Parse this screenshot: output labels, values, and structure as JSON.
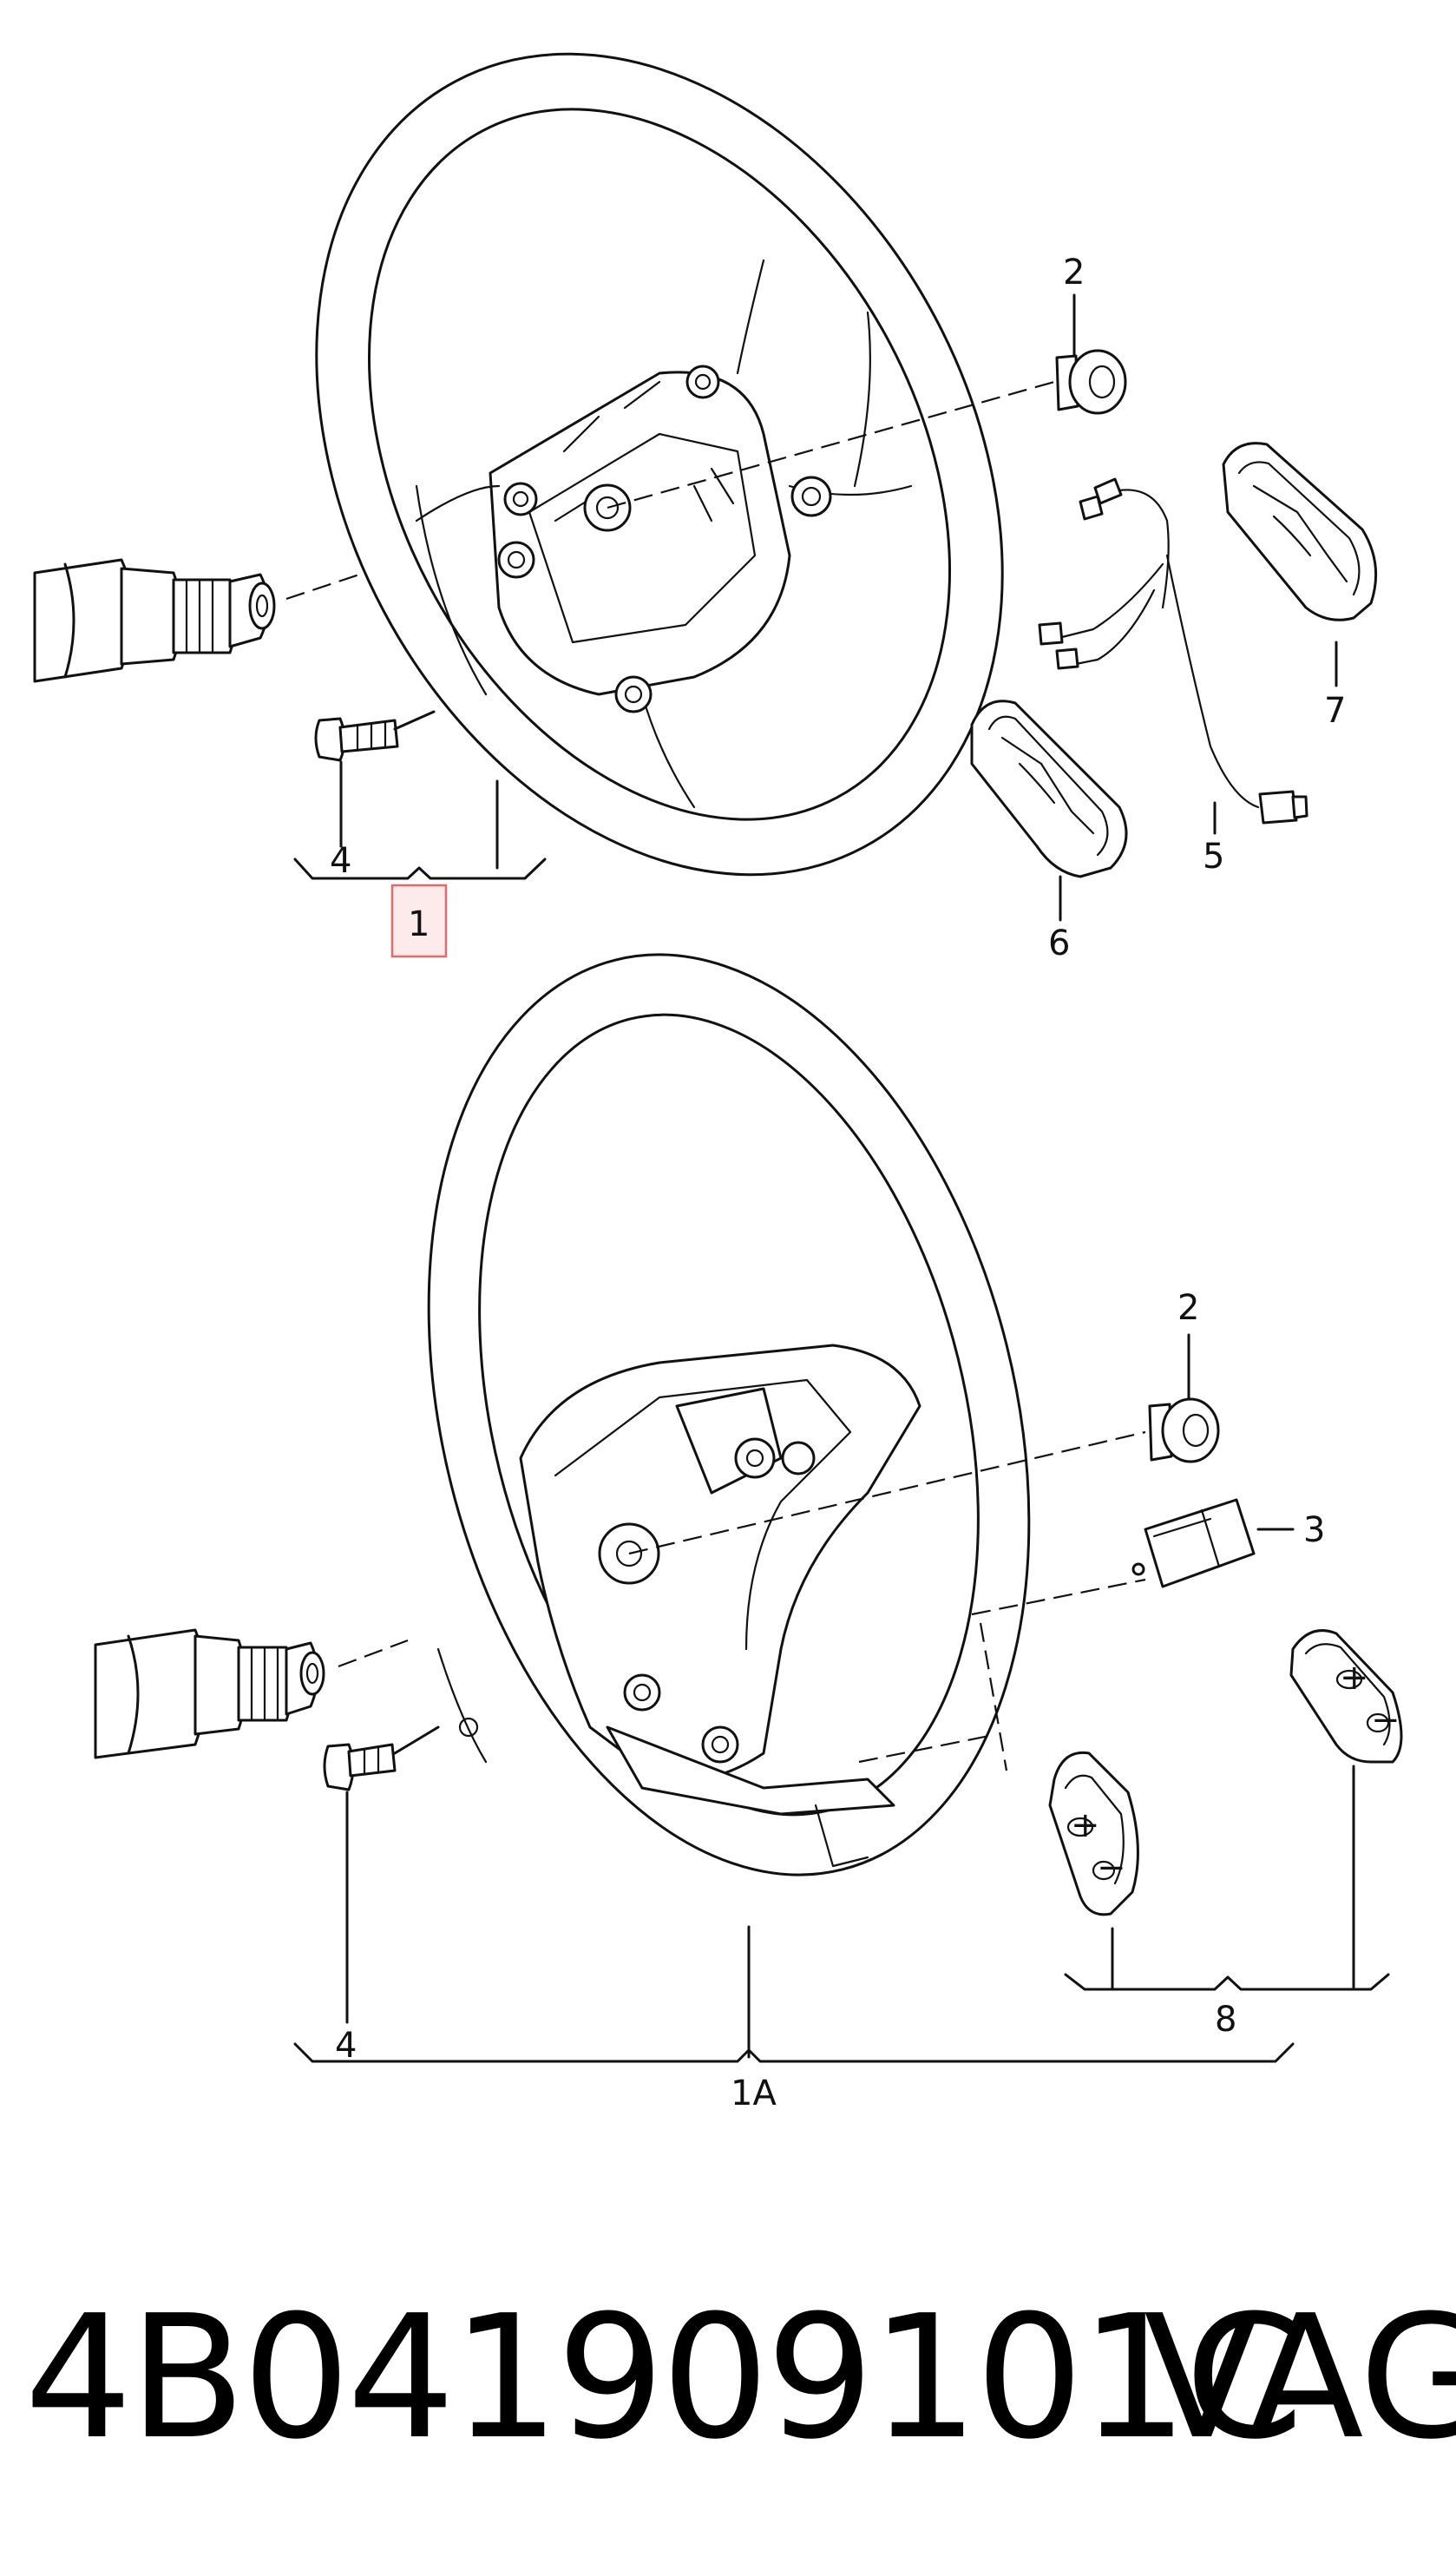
{
  "callouts": {
    "top": {
      "c1": "1",
      "c2": "2",
      "c4": "4",
      "c5": "5",
      "c6": "6",
      "c7": "7"
    },
    "bottom": {
      "c1a": "1A",
      "c2": "2",
      "c3": "3",
      "c4": "4",
      "c8": "8"
    }
  },
  "highlight_color": "#e26a6a",
  "footer": {
    "part_number": "4B041909101C",
    "brand": "VAG"
  }
}
